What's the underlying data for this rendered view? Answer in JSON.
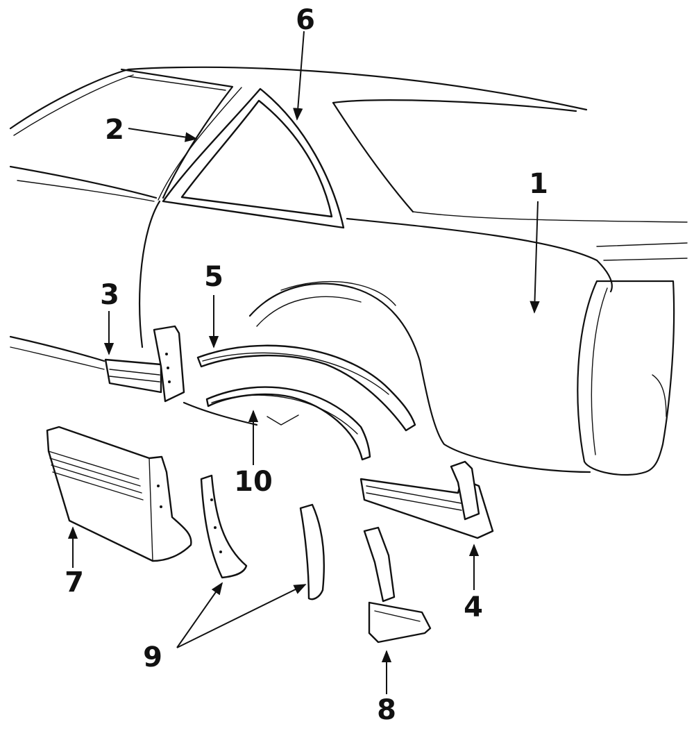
{
  "callouts": [
    {
      "id": "1",
      "label": "1",
      "part": "quarter-panel"
    },
    {
      "id": "2",
      "label": "2",
      "part": "quarter-window-molding"
    },
    {
      "id": "3",
      "label": "3",
      "part": "front-rocker-molding"
    },
    {
      "id": "4",
      "label": "4",
      "part": "rear-rocker-molding"
    },
    {
      "id": "5",
      "label": "5",
      "part": "wheel-opening-molding-upper"
    },
    {
      "id": "6",
      "label": "6",
      "part": "quarter-window-frame"
    },
    {
      "id": "7",
      "label": "7",
      "part": "door-lower-molding"
    },
    {
      "id": "8",
      "label": "8",
      "part": "lower-bracket"
    },
    {
      "id": "9",
      "label": "9",
      "part": "pillar-extension-moldings"
    },
    {
      "id": "10",
      "label": "10",
      "part": "wheel-opening-molding-lower"
    }
  ],
  "colors": {
    "ink": "#111111",
    "background": "#ffffff"
  }
}
